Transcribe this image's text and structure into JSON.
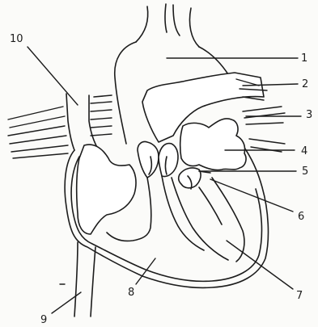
{
  "diagram": {
    "labels": [
      {
        "id": "label-1",
        "text": "1"
      },
      {
        "id": "label-2",
        "text": "2"
      },
      {
        "id": "label-3",
        "text": "3"
      },
      {
        "id": "label-4",
        "text": "4"
      },
      {
        "id": "label-5",
        "text": "5"
      },
      {
        "id": "label-6",
        "text": "6"
      },
      {
        "id": "label-7",
        "text": "7"
      },
      {
        "id": "label-8",
        "text": "8"
      },
      {
        "id": "label-9",
        "text": "9"
      },
      {
        "id": "label-10",
        "text": "10"
      }
    ],
    "colors": {
      "ink": "#1c1c1c",
      "paper": "#fbfbf9"
    }
  }
}
